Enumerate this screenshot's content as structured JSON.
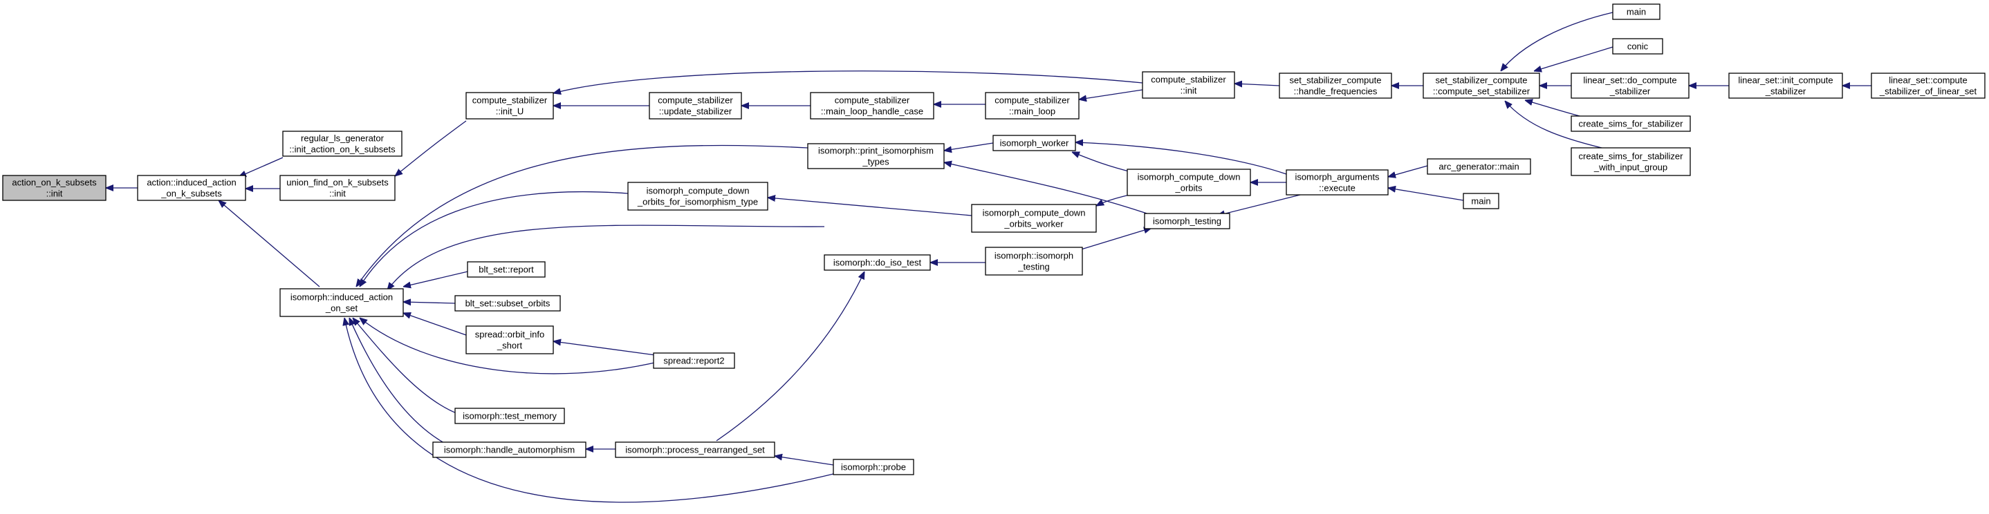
{
  "colors": {
    "edge": "#191970",
    "root_fill": "#bfbfbf",
    "node_fill": "#ffffff",
    "node_stroke": "#000000"
  },
  "nodes": [
    {
      "id": "root",
      "lines": [
        "action_on_k_subsets",
        "::init"
      ]
    },
    {
      "id": "aiaks",
      "lines": [
        "action::induced_action",
        "_on_k_subsets"
      ]
    },
    {
      "id": "rlg",
      "lines": [
        "regular_ls_generator",
        "::init_action_on_k_subsets"
      ]
    },
    {
      "id": "ufks",
      "lines": [
        "union_find_on_k_subsets",
        "::init"
      ]
    },
    {
      "id": "iiaos",
      "lines": [
        "isomorph::induced_action",
        "_on_set"
      ]
    },
    {
      "id": "csinitU",
      "lines": [
        "compute_stabilizer",
        "::init_U"
      ]
    },
    {
      "id": "csupdate",
      "lines": [
        "compute_stabilizer",
        "::update_stabilizer"
      ]
    },
    {
      "id": "csmlhc",
      "lines": [
        "compute_stabilizer",
        "::main_loop_handle_case"
      ]
    },
    {
      "id": "csml",
      "lines": [
        "compute_stabilizer",
        "::main_loop"
      ]
    },
    {
      "id": "csinit",
      "lines": [
        "compute_stabilizer",
        "::init"
      ]
    },
    {
      "id": "sschf",
      "lines": [
        "set_stabilizer_compute",
        "::handle_frequencies"
      ]
    },
    {
      "id": "sscss",
      "lines": [
        "set_stabilizer_compute",
        "::compute_set_stabilizer"
      ]
    },
    {
      "id": "main1",
      "lines": [
        "main"
      ]
    },
    {
      "id": "conic",
      "lines": [
        "conic"
      ]
    },
    {
      "id": "lsdcs",
      "lines": [
        "linear_set::do_compute",
        "_stabilizer"
      ]
    },
    {
      "id": "lsics",
      "lines": [
        "linear_set::init_compute",
        "_stabilizer"
      ]
    },
    {
      "id": "lscsol",
      "lines": [
        "linear_set::compute",
        "_stabilizer_of_linear_set"
      ]
    },
    {
      "id": "csfs",
      "lines": [
        "create_sims_for_stabilizer"
      ]
    },
    {
      "id": "csfswig",
      "lines": [
        "create_sims_for_stabilizer",
        "_with_input_group"
      ]
    },
    {
      "id": "ipit",
      "lines": [
        "isomorph::print_isomorphism",
        "_types"
      ]
    },
    {
      "id": "iw",
      "lines": [
        "isomorph_worker"
      ]
    },
    {
      "id": "icdoft",
      "lines": [
        "isomorph_compute_down",
        "_orbits_for_isomorphism_type"
      ]
    },
    {
      "id": "icdo",
      "lines": [
        "isomorph_compute_down",
        "_orbits"
      ]
    },
    {
      "id": "icdow",
      "lines": [
        "isomorph_compute_down",
        "_orbits_worker"
      ]
    },
    {
      "id": "iae",
      "lines": [
        "isomorph_arguments",
        "::execute"
      ]
    },
    {
      "id": "agm",
      "lines": [
        "arc_generator::main"
      ]
    },
    {
      "id": "main2",
      "lines": [
        "main"
      ]
    },
    {
      "id": "itest",
      "lines": [
        "isomorph_testing"
      ]
    },
    {
      "id": "idit",
      "lines": [
        "isomorph::do_iso_test"
      ]
    },
    {
      "id": "iit",
      "lines": [
        "isomorph::isomorph",
        "_testing"
      ]
    },
    {
      "id": "bsr",
      "lines": [
        "blt_set::report"
      ]
    },
    {
      "id": "bsso",
      "lines": [
        "blt_set::subset_orbits"
      ]
    },
    {
      "id": "soi",
      "lines": [
        "spread::orbit_info",
        "_short"
      ]
    },
    {
      "id": "sr2",
      "lines": [
        "spread::report2"
      ]
    },
    {
      "id": "itm",
      "lines": [
        "isomorph::test_memory"
      ]
    },
    {
      "id": "iha",
      "lines": [
        "isomorph::handle_automorphism"
      ]
    },
    {
      "id": "iprs",
      "lines": [
        "isomorph::process_rearranged_set"
      ]
    },
    {
      "id": "ip",
      "lines": [
        "isomorph::probe"
      ]
    }
  ]
}
